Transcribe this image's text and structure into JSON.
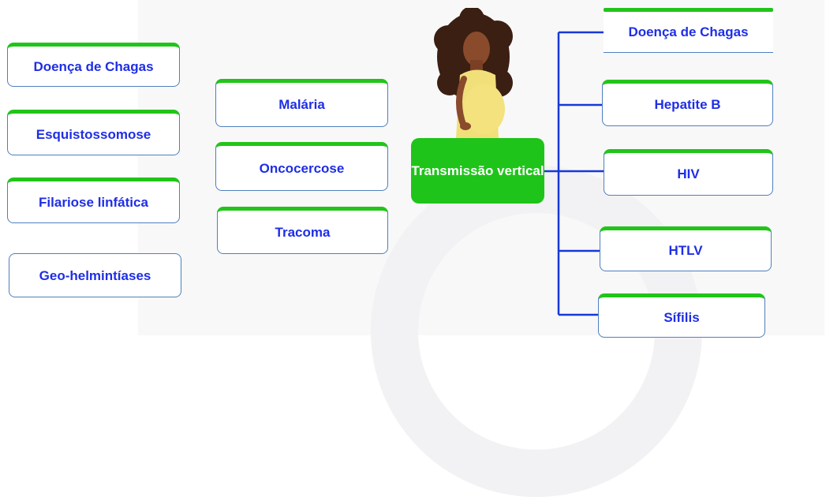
{
  "center": {
    "label": "Transmissão vertical"
  },
  "left_column": [
    "Doença de Chagas",
    "Esquistossomose",
    "Filariose linfática",
    "Geo-helmintíases"
  ],
  "middle_column": [
    "Malária",
    "Oncocercose",
    "Tracoma"
  ],
  "right_column": [
    "Doença de Chagas",
    "Hepatite B",
    "HIV",
    "HTLV",
    "Sífilis"
  ],
  "colors": {
    "accent_green": "#22c41a",
    "text_blue": "#1f2ee6",
    "connector_blue": "#1638d8",
    "box_border": "#4f7fbf"
  },
  "icons": [
    "pregnant-woman-icon"
  ]
}
